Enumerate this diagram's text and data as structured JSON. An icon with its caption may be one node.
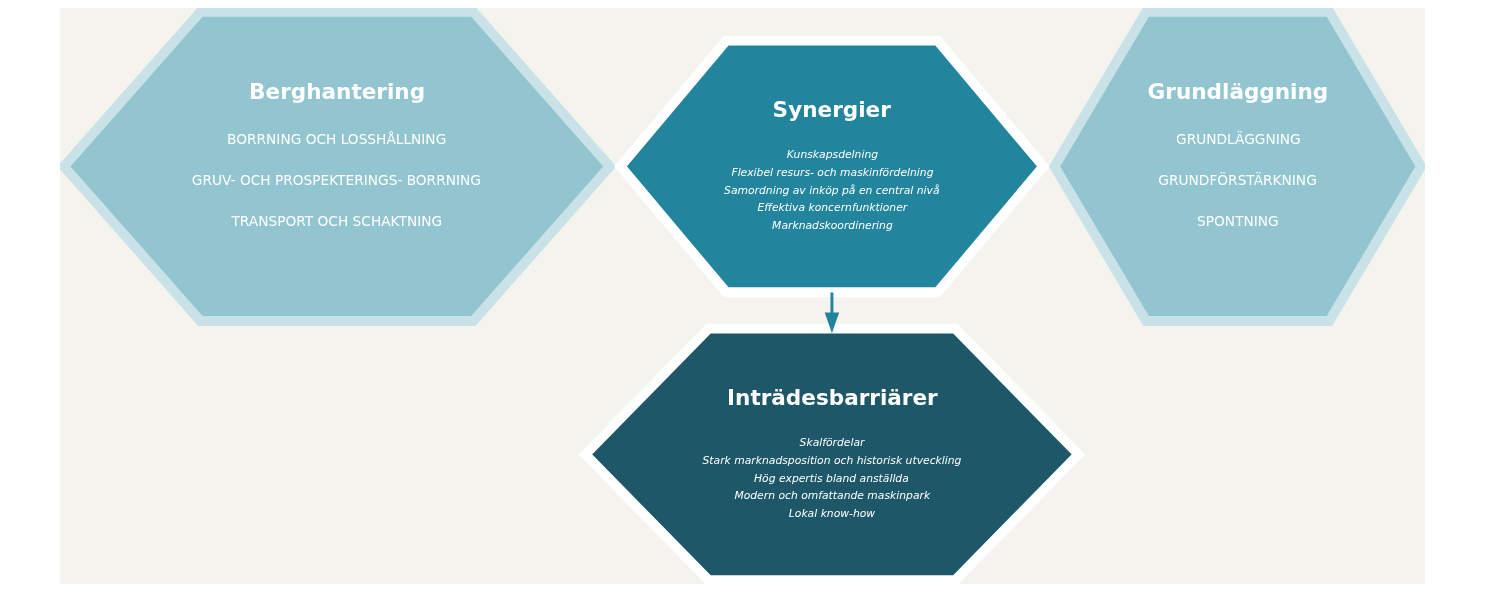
{
  "diagram": {
    "nodes": [
      {
        "text": [
          "Berghantering",
          "BORRNING OCH LOSSHÅLLNING",
          "GRUV- OCH PROSPEKTERINGS- BORRNING",
          "TRANSPORT OCH SCHAKTNING"
        ]
      },
      {
        "text": [
          "Synergier",
          "Kunskapsdelning",
          "Flexibel resurs- och maskinfördelning",
          "Samordning av inköp på en central nivå",
          "Effektiva koncernfunktioner",
          "Marknadskoordinering"
        ]
      },
      {
        "text": [
          "Inträdesbarriärer",
          "Skalfördelar",
          "Stark marknadsposition och historisk utveckling",
          "Hög expertis bland anställda",
          "Modern och omfattande maskinpark",
          "Lokal know-how"
        ]
      },
      {
        "text": [
          "Grundläggning",
          "GRUNDLÄGGNING",
          "GRUNDFÖRSTÄRKNING",
          "SPONTNING"
        ]
      }
    ],
    "edges": [
      {
        "from": 1,
        "to": 2,
        "arrow": "to"
      }
    ]
  }
}
